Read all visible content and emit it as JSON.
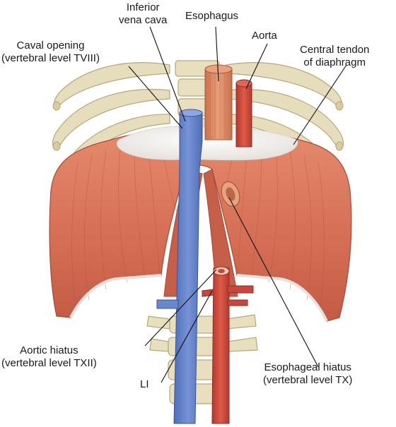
{
  "labels": {
    "inferior_vena_cava": [
      "Inferior",
      "vena cava"
    ],
    "esophagus": [
      "Esophagus"
    ],
    "aorta": [
      "Aorta"
    ],
    "caval_opening": [
      "Caval opening",
      "(vertebral level TVIII)"
    ],
    "central_tendon": [
      "Central tendon",
      "of diaphragm"
    ],
    "aortic_hiatus": [
      "Aortic hiatus",
      "(vertebral level TXII)"
    ],
    "li": [
      "LI"
    ],
    "esophageal_hiatus": [
      "Esophageal hiatus",
      "(vertebral level TX)"
    ]
  },
  "colors": {
    "muscle": "#d9735a",
    "muscle_dark": "#b9523e",
    "tendon": "#f3f1ee",
    "vein": "#5d7fc8",
    "artery": "#c9473a",
    "esophagus": "#d9845e",
    "bone": "#e8dfbf",
    "bone_shade": "#c8b98e"
  }
}
